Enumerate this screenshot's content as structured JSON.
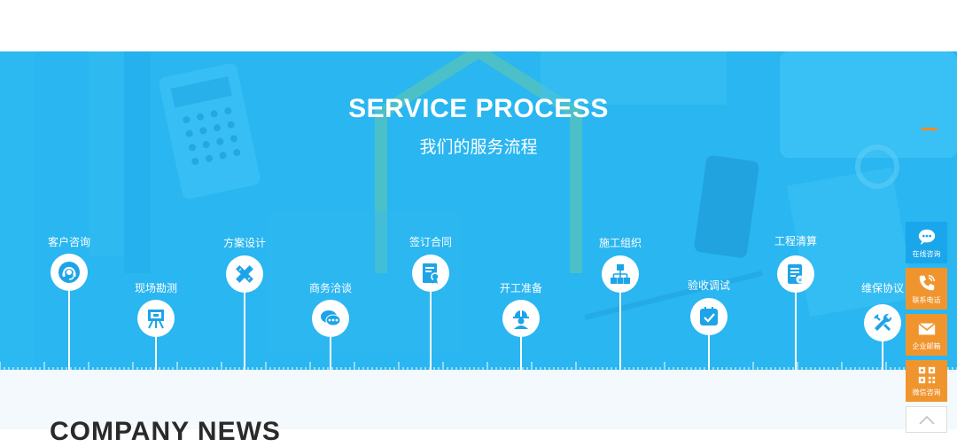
{
  "colors": {
    "banner": "#29b6f1",
    "accent_orange": "#f0952e",
    "icon_blue": "#1da4e8",
    "sidebar_blue": "#1aa6ea"
  },
  "banner": {
    "title_en": "SERVICE PROCESS",
    "title_cn": "我们的服务流程"
  },
  "steps": [
    {
      "label": "客户咨询",
      "icon": "headset-icon"
    },
    {
      "label": "现场勘测",
      "icon": "easel-icon"
    },
    {
      "label": "方案设计",
      "icon": "ruler-pencil-icon"
    },
    {
      "label": "商务洽谈",
      "icon": "chat-icon"
    },
    {
      "label": "签订合同",
      "icon": "contract-icon"
    },
    {
      "label": "开工准备",
      "icon": "worker-icon"
    },
    {
      "label": "施工组织",
      "icon": "org-chart-icon"
    },
    {
      "label": "验收调试",
      "icon": "check-icon"
    },
    {
      "label": "工程清算",
      "icon": "invoice-icon"
    },
    {
      "label": "维保协议",
      "icon": "wrench-icon"
    }
  ],
  "sidebar": {
    "online": "在线咨询",
    "phone": "联系电话",
    "email": "企业邮箱",
    "wechat": "微信咨询"
  },
  "news": {
    "title": "COMPANY NEWS"
  }
}
